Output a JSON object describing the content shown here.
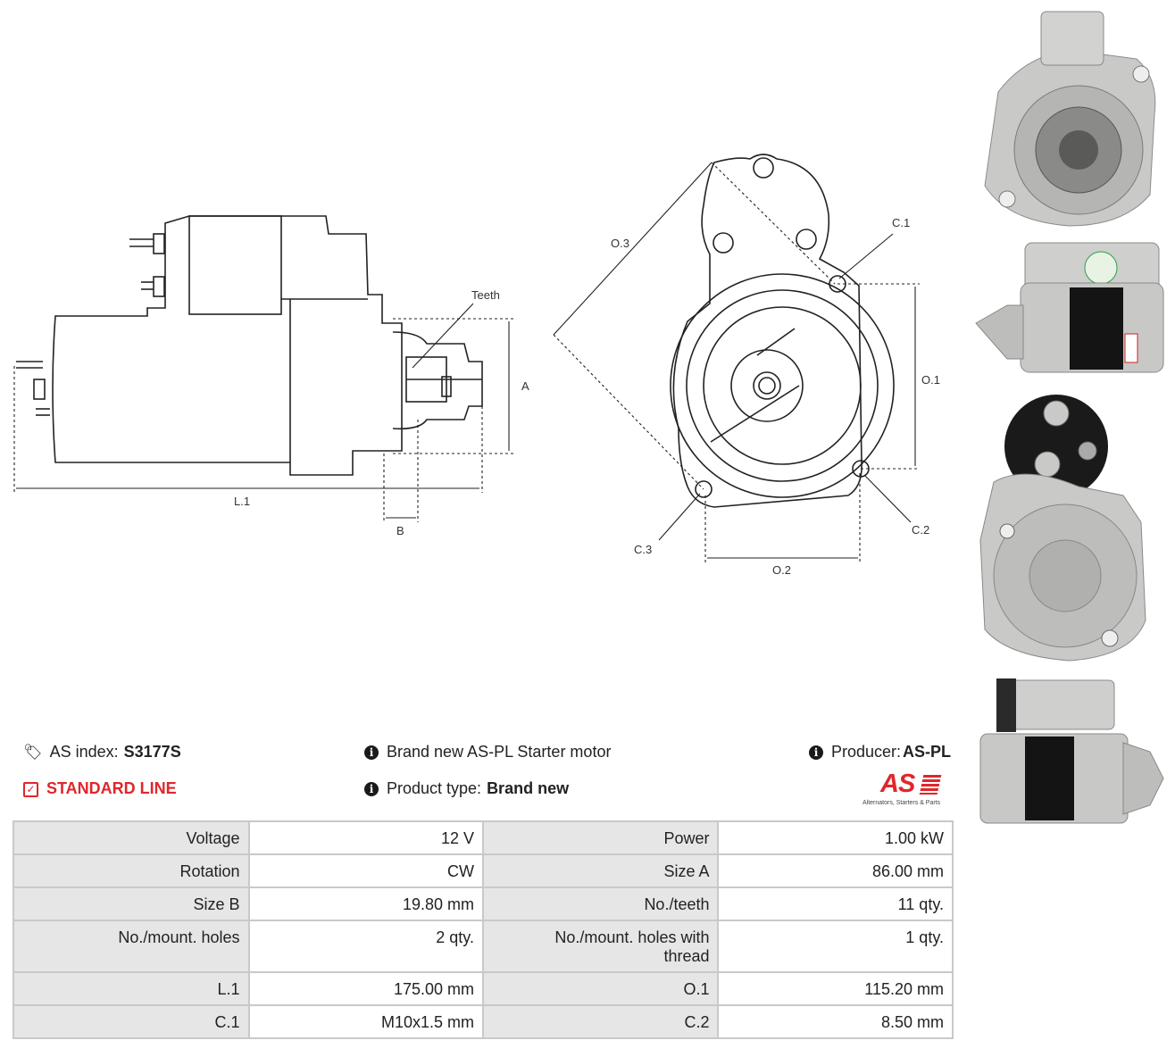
{
  "diagram": {
    "labels": {
      "teeth": "Teeth",
      "a": "A",
      "l1": "L.1",
      "b": "B",
      "o3": "O.3",
      "c1": "C.1",
      "o1": "O.1",
      "c2": "C.2",
      "c3": "C.3",
      "o2": "O.2"
    }
  },
  "info": {
    "as_index_label": "AS index:",
    "as_index_value": "S3177S",
    "line": "STANDARD LINE",
    "brand_text": "Brand new AS-PL Starter motor",
    "product_type_label": "Product type:",
    "product_type_value": "Brand new",
    "producer_label": "Producer:",
    "producer_value": "AS-PL",
    "logo_text": "AS",
    "logo_tagline": "Alternators, Starters & Parts"
  },
  "specs": {
    "rows": [
      {
        "k1": "Voltage",
        "v1": "12 V",
        "k2": "Power",
        "v2": "1.00 kW"
      },
      {
        "k1": "Rotation",
        "v1": "CW",
        "k2": "Size A",
        "v2": "86.00 mm"
      },
      {
        "k1": "Size B",
        "v1": "19.80 mm",
        "k2": "No./teeth",
        "v2": "11 qty."
      },
      {
        "k1": "No./mount. holes",
        "v1": "2 qty.",
        "k2": "No./mount. holes with thread",
        "v2": "1 qty."
      },
      {
        "k1": "L.1",
        "v1": "175.00 mm",
        "k2": "O.1",
        "v2": "115.20 mm"
      },
      {
        "k1": "C.1",
        "v1": "M10x1.5 mm",
        "k2": "C.2",
        "v2": "8.50 mm"
      }
    ]
  },
  "colors": {
    "accent_red": "#e0262b",
    "table_key_bg": "#e6e6e6",
    "table_border": "#c9c9c9"
  }
}
